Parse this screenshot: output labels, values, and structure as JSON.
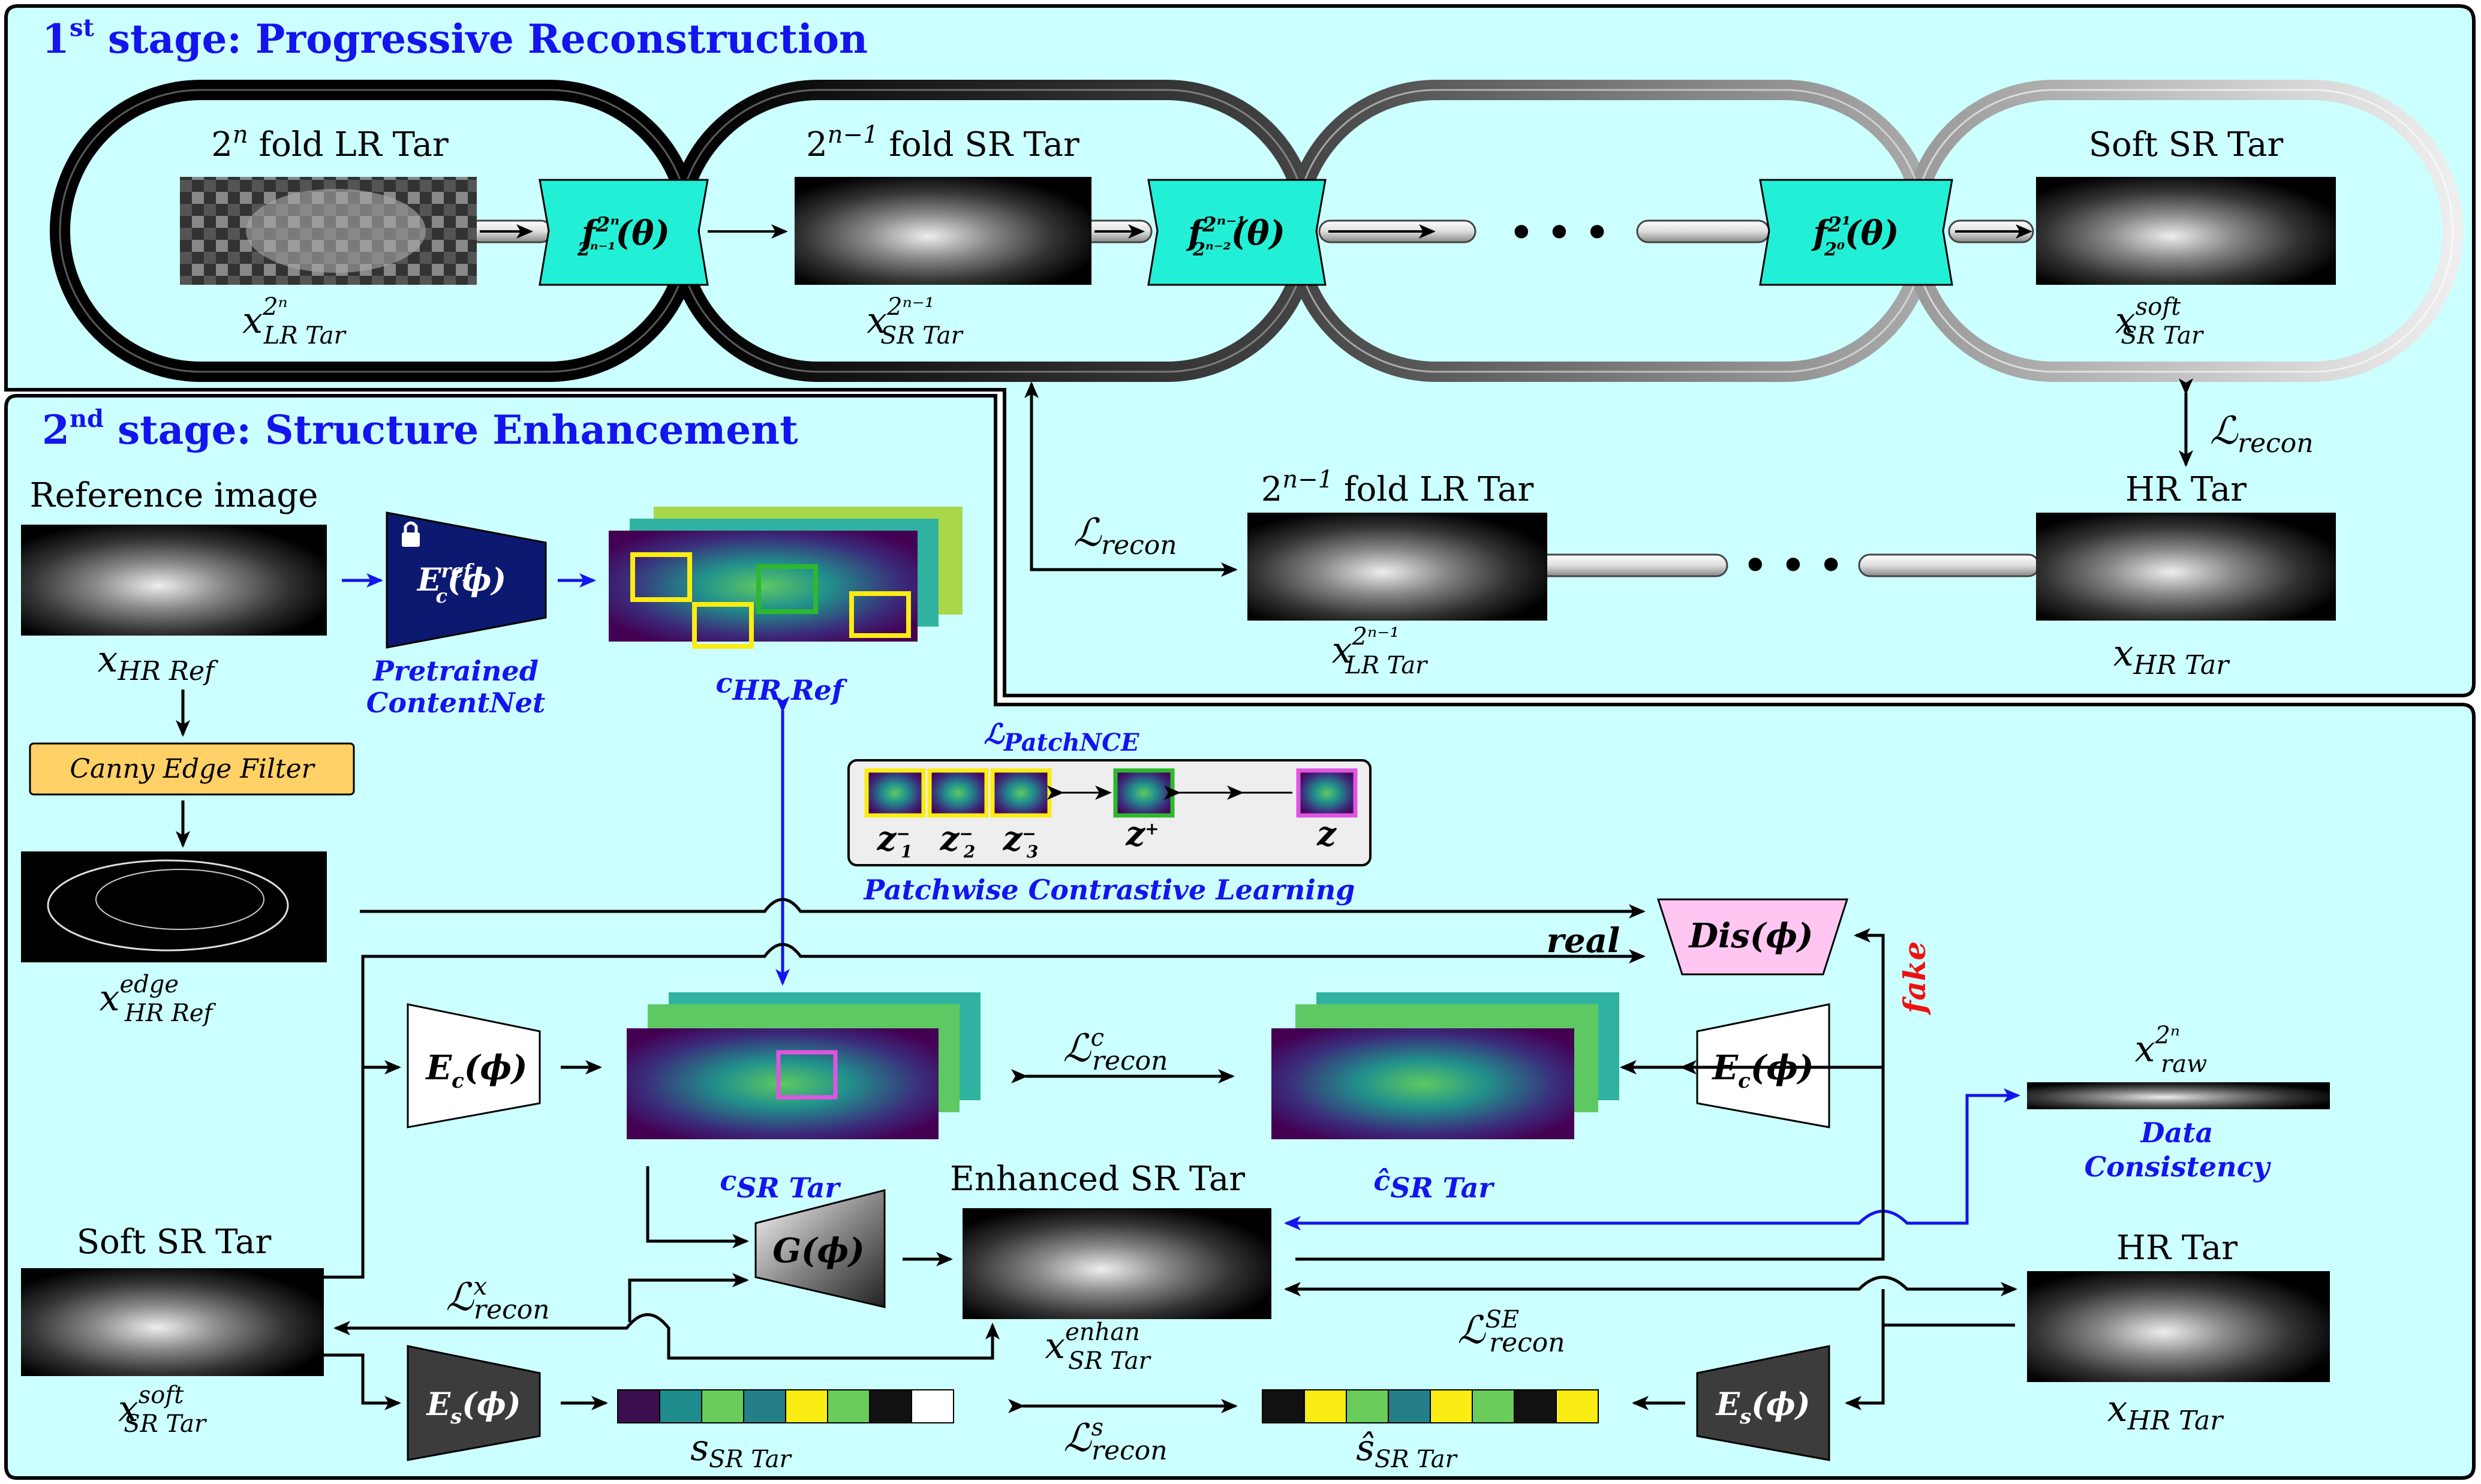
{
  "stage1": {
    "title_num": "1",
    "title_sup": "st",
    "title_rest": " stage: Progressive Reconstruction",
    "lr_title_a": "2",
    "lr_title_sup": "n",
    "lr_title_b": " fold LR Tar",
    "sr1_title_a": "2",
    "sr1_title_sup": "n−1",
    "sr1_title_b": " fold SR Tar",
    "soft_title": "Soft SR Tar",
    "ellipsis": "• • •",
    "f1_main": "f",
    "f1_sup": "2ⁿ",
    "f1_sub": "2ⁿ⁻¹",
    "f1_arg": "(θ)",
    "f2_main": "f",
    "f2_sup": "2ⁿ⁻¹",
    "f2_sub": "2ⁿ⁻²",
    "f2_arg": "(θ)",
    "f3_main": "f",
    "f3_sup": "2¹",
    "f3_sub": "2⁰",
    "f3_arg": "(θ)",
    "x_lr_main": "x",
    "x_lr_sup": "2ⁿ",
    "x_lr_sub": "LR Tar",
    "x_sr_main": "x",
    "x_sr_sup": "2ⁿ⁻¹",
    "x_sr_sub": "SR Tar",
    "x_soft_main": "x",
    "x_soft_sup": "soft",
    "x_soft_sub": "SR Tar",
    "loss_recon_main": "ℒ",
    "loss_recon_sub": "recon",
    "hr_title": "HR Tar",
    "lr2_title_a": "2",
    "lr2_title_sup": "n−1",
    "lr2_title_b": " fold LR Tar",
    "x_lr2_main": "x",
    "x_lr2_sup": "2ⁿ⁻¹",
    "x_lr2_sub": "LR Tar",
    "x_hr_main": "x",
    "x_hr_sub": "HR Tar"
  },
  "stage2": {
    "title_num": "2",
    "title_sup": "nd",
    "title_rest": " stage: Structure Enhancement",
    "ref_title": "Reference image",
    "x_hr_ref_main": "x",
    "x_hr_ref_sub": "HR Ref",
    "canny": "Canny Edge Filter",
    "x_edge_main": "x",
    "x_edge_sup": "edge",
    "x_edge_sub": "HR Ref",
    "enc_ref_main": "E",
    "enc_ref_sup": "ref",
    "enc_ref_sub": "c",
    "enc_ref_arg": "(ϕ)",
    "pretrained_1": "Pretrained",
    "pretrained_2": "ContentNet",
    "c_hr_ref_main": "c",
    "c_hr_ref_sub": "HR Ref",
    "patchnce_main": "ℒ",
    "patchnce_sub": "PatchNCE",
    "z1": "z",
    "z1_sub": "1",
    "z2": "z",
    "z2_sub": "2",
    "z3": "z",
    "z3_sub": "3",
    "zminus": "−",
    "zplus_main": "z",
    "zplus_sup": "+",
    "z_main": "z",
    "pcl": "Patchwise Contrastive Learning",
    "dis_main": "Dis",
    "dis_arg": "(ϕ)",
    "real": "real",
    "fake": "fake",
    "ec_main": "E",
    "ec_sub": "c",
    "ec_arg": "(ϕ)",
    "c_sr_main": "c",
    "c_sr_sub": "SR Tar",
    "c_hat_main": "ĉ",
    "c_hat_sub": "SR Tar",
    "loss_c_main": "ℒ",
    "loss_c_sup": "c",
    "loss_c_sub": "recon",
    "x_raw_main": "x",
    "x_raw_sup": "2ⁿ",
    "x_raw_sub": "raw",
    "data_consistency_1": "Data",
    "data_consistency_2": "Consistency",
    "enh_title": "Enhanced SR Tar",
    "g_main": "G",
    "g_arg": "(ϕ)",
    "soft_title": "Soft SR Tar",
    "loss_x_main": "ℒ",
    "loss_x_sup": "x",
    "loss_x_sub": "recon",
    "x_enh_main": "x",
    "x_enh_sup": "enhan",
    "x_enh_sub": "SR Tar",
    "loss_se_main": "ℒ",
    "loss_se_sup": "SE",
    "loss_se_sub": "recon",
    "hr_title": "HR Tar",
    "x_soft_main": "x",
    "x_soft_sup": "soft",
    "x_soft_sub": "SR Tar",
    "es_main": "E",
    "es_sub": "s",
    "es_arg": "(ϕ)",
    "s_sr_main": "s",
    "s_sr_sub": "SR Tar",
    "loss_s_main": "ℒ",
    "loss_s_sup": "s",
    "loss_s_sub": "recon",
    "s_hat_main": "ŝ",
    "s_hat_sub": "SR Tar",
    "x_hr_main": "x",
    "x_hr_sub": "HR Tar"
  },
  "colors": {
    "panel_bg": "#ccffff",
    "bottleneck": "#22f0d6",
    "encoder_ref": "#0b1970",
    "canny": "#ffd166",
    "discriminator": "#ffc6f2",
    "heading": "#1414ee",
    "fake": "#ee1111"
  },
  "style_code": [
    "#3b0f4f",
    "#1e8c8c",
    "#6acc5a",
    "#247f8a",
    "#fbec14",
    "#6acc5a",
    "#111111",
    "#ffffff"
  ],
  "style_hat": [
    "#111111",
    "#fbec14",
    "#6acc5a",
    "#247f8a",
    "#fbec14",
    "#6acc5a",
    "#111111",
    "#fbec14"
  ]
}
